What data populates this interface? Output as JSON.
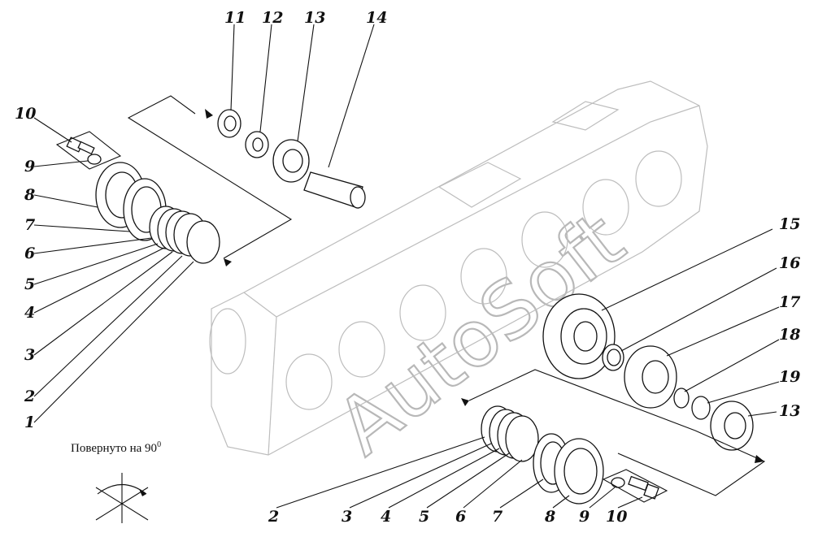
{
  "caption": "Повернуто на 90",
  "caption_sup": "0",
  "watermark": "AutoSoft",
  "callouts": {
    "top": [
      "11",
      "12",
      "13",
      "14"
    ],
    "left": [
      "10",
      "9",
      "8",
      "7",
      "6",
      "5",
      "4",
      "3",
      "2",
      "1"
    ],
    "right": [
      "15",
      "16",
      "17",
      "18",
      "19",
      "13"
    ],
    "bottom": [
      "2",
      "3",
      "4",
      "5",
      "6",
      "7",
      "8",
      "9",
      "10"
    ]
  }
}
